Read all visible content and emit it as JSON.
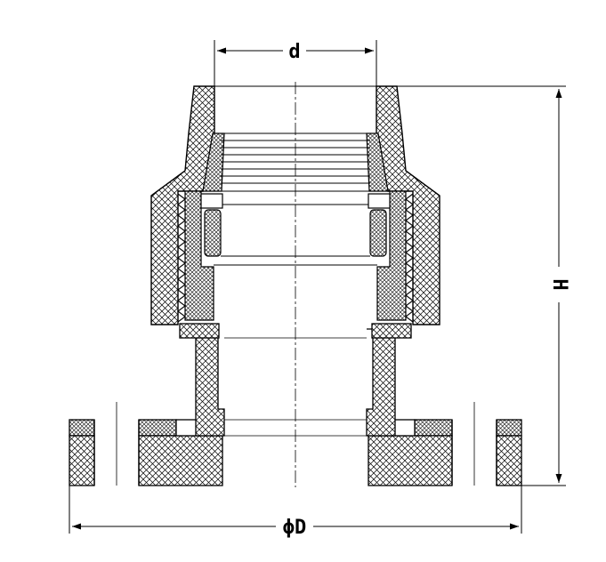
{
  "diagram": {
    "labels": {
      "inner_diameter": "d",
      "height": "H",
      "outer_diameter": "ϕD"
    },
    "colors": {
      "line": "#000000",
      "background": "#ffffff",
      "hatch": "#000000"
    }
  }
}
